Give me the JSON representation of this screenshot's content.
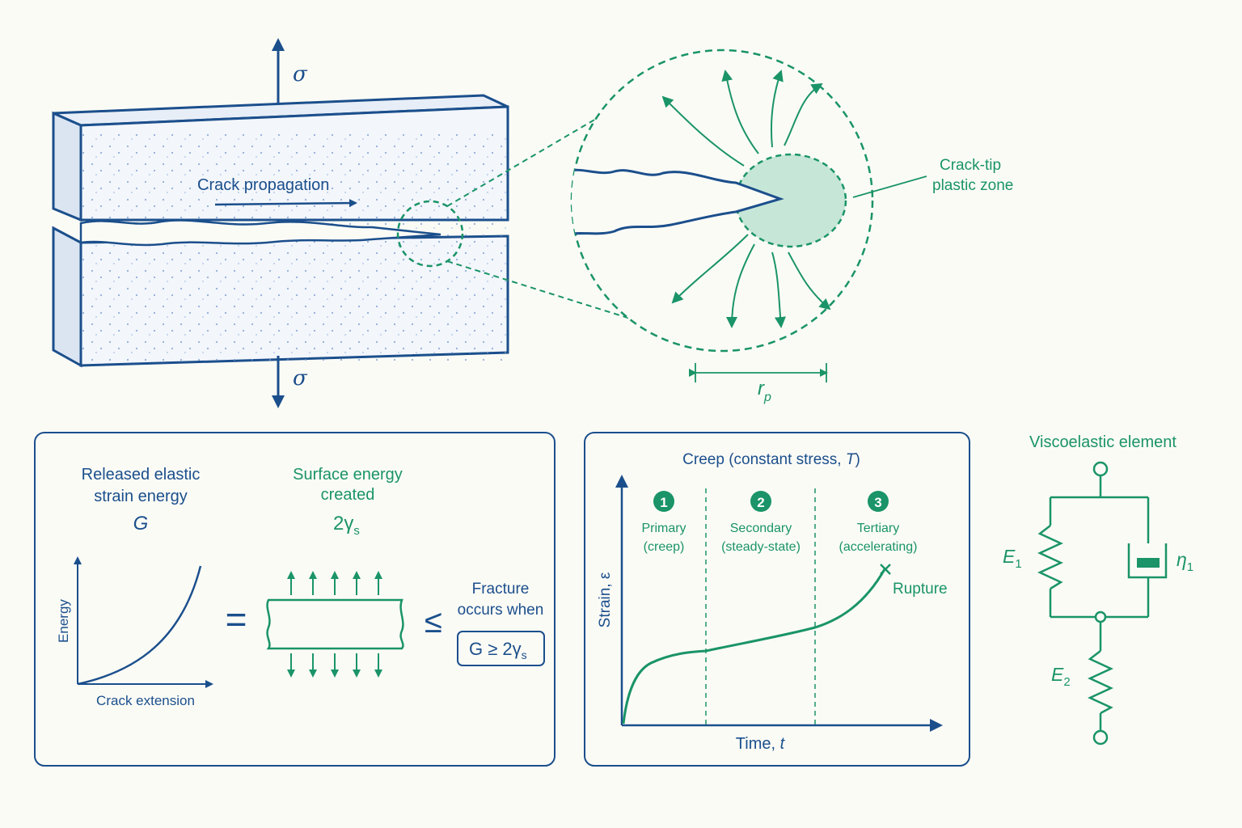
{
  "colors": {
    "blue": "#1b4f8c",
    "green": "#1a9468",
    "background": "#fbfbf6",
    "zone_fill": "#c6e6d8"
  },
  "specimen": {
    "stress_label": "σ",
    "crack_label": "Crack propagation"
  },
  "zoom": {
    "zone_label_line1": "Crack-tip",
    "zone_label_line2": "plastic zone",
    "radius_symbol": "r",
    "radius_subscript": "p"
  },
  "energy_panel": {
    "released_line1": "Released elastic",
    "released_line2": "strain energy",
    "released_symbol": "G",
    "surface_line1": "Surface energy",
    "surface_line2": "created",
    "surface_symbol": "2γ",
    "surface_subscript": "s",
    "equals_sign": "=",
    "leq_sign": "≤",
    "fracture_line1": "Fracture",
    "fracture_line2": "occurs when",
    "criterion": "G ≥ 2γ",
    "criterion_subscript": "s",
    "graph_ylabel": "Energy",
    "graph_xlabel": "Crack extension"
  },
  "creep_panel": {
    "title": "Creep (constant stress, ",
    "title_symbol": "T",
    "title_end": ")",
    "ylabel": "Strain, ε",
    "xlabel": "Time, ",
    "xlabel_symbol": "t",
    "rupture_label": "Rupture",
    "stages": [
      {
        "num": "1",
        "line1": "Primary",
        "line2": "(creep)"
      },
      {
        "num": "2",
        "line1": "Secondary",
        "line2": "(steady-state)"
      },
      {
        "num": "3",
        "line1": "Tertiary",
        "line2": "(accelerating)"
      }
    ]
  },
  "visco": {
    "title": "Viscoelastic element",
    "spring1": "E",
    "spring1_sub": "1",
    "spring2": "E",
    "spring2_sub": "2",
    "dashpot": "η",
    "dashpot_sub": "1"
  }
}
